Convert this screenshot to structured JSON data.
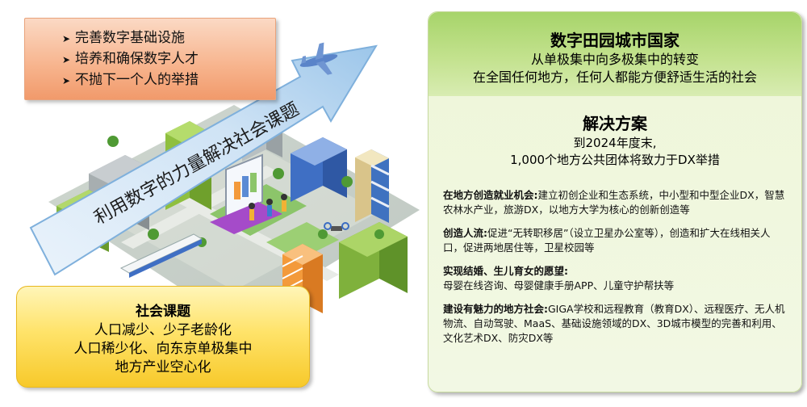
{
  "left": {
    "measures": [
      "完善数字基础设施",
      "培养和确保数字人才",
      "不抛下一个人的举措"
    ],
    "arrow_text": "利用数字的力量解决社会课题",
    "social_issues": {
      "title": "社会课题",
      "lines": [
        "人口减少、少子老龄化",
        "人口稀少化、向东京单极集中",
        "地方产业空心化"
      ]
    }
  },
  "right": {
    "header": {
      "title": "数字田园城市国家",
      "line1": "从单极集中向多极集中的转变",
      "line2": "在全国任何地方，任何人都能方便舒适生活的社会"
    },
    "solution": {
      "title": "解决方案",
      "line1": "到2024年度末,",
      "line2": "1,000个地方公共团体将致力于DX举措"
    },
    "items": [
      {
        "label": "在地方创造就业机会:",
        "text": "建立初创企业和生态系统，中小型和中型企业DX，智慧农林水产业，旅游DX，以地方大学为核心的创新创造等"
      },
      {
        "label": "创造人流:",
        "text": "促进“无转职移居”（设立卫星办公室等），创造和扩大在线相关人口，促进两地居住等，卫星校园等"
      },
      {
        "label": "实现结婚、生儿育女的愿望:",
        "text": "母婴在线咨询、母婴健康手册APP、儿童守护帮扶等"
      },
      {
        "label": "建设有魅力的地方社会:",
        "text": "GIGA学校和远程教育（教育DX）、远程医疗、无人机物流、自动驾驶、MaaS、基础设施领域的DX、3D城市模型的完善和利用、文化艺术DX、防灾DX等"
      }
    ]
  }
}
